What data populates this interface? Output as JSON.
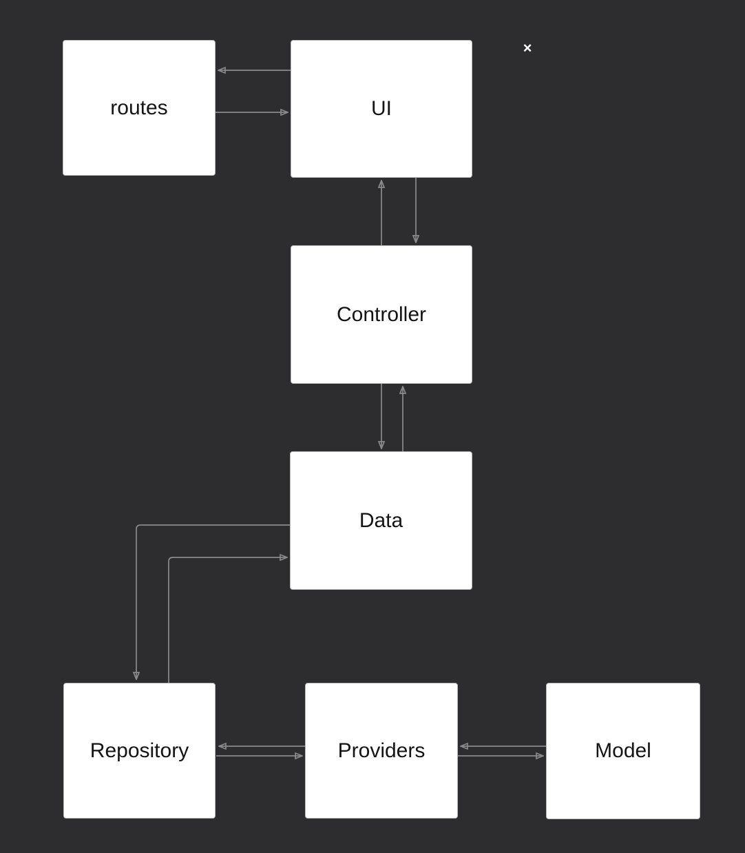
{
  "diagram": {
    "nodes": {
      "routes": {
        "label": "routes"
      },
      "ui": {
        "label": "UI"
      },
      "controller": {
        "label": "Controller"
      },
      "data": {
        "label": "Data"
      },
      "repository": {
        "label": "Repository"
      },
      "providers": {
        "label": "Providers"
      },
      "model": {
        "label": "Model"
      }
    },
    "edges": [
      {
        "from": "UI",
        "to": "routes"
      },
      {
        "from": "routes",
        "to": "UI"
      },
      {
        "from": "Controller",
        "to": "UI"
      },
      {
        "from": "UI",
        "to": "Controller"
      },
      {
        "from": "Controller",
        "to": "Data"
      },
      {
        "from": "Data",
        "to": "Controller"
      },
      {
        "from": "Data",
        "to": "Repository"
      },
      {
        "from": "Repository",
        "to": "Data"
      },
      {
        "from": "Providers",
        "to": "Repository"
      },
      {
        "from": "Repository",
        "to": "Providers"
      },
      {
        "from": "Model",
        "to": "Providers"
      },
      {
        "from": "Providers",
        "to": "Model"
      }
    ],
    "close_icon": "×"
  },
  "colors": {
    "background": "#2d2d2f",
    "node-fill": "#ffffff",
    "node-border": "#b8b8b8",
    "node-text": "#141414",
    "connector": "#8a8a8a",
    "close": "#ffffff"
  }
}
